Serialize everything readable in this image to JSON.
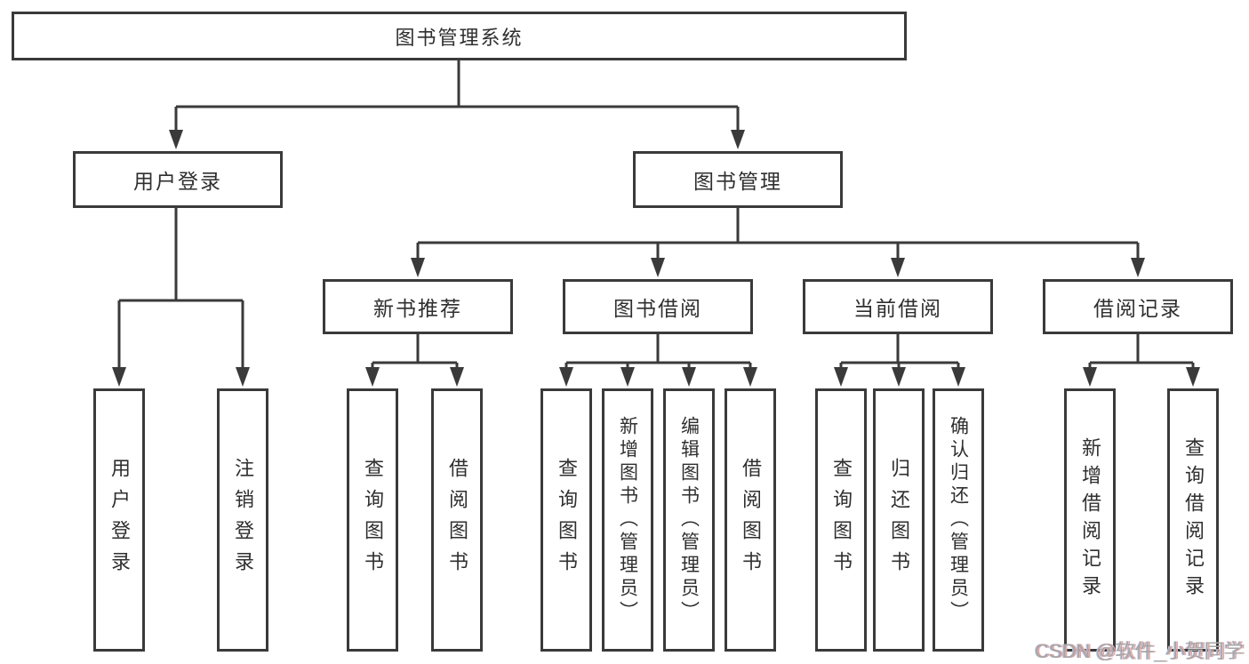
{
  "colors": {
    "line": "#3a3a3a",
    "box_border": "#3a3a3a",
    "text": "#2f2f2f",
    "watermark": "#a6a6a6"
  },
  "tree": {
    "root": {
      "label": "图书管理系统"
    },
    "branches": [
      {
        "label": "用户登录",
        "children": [
          {
            "label": "用户登录"
          },
          {
            "label": "注销登录"
          }
        ]
      },
      {
        "label": "图书管理",
        "children": [
          {
            "label": "新书推荐",
            "children": [
              {
                "label": "查询图书"
              },
              {
                "label": "借阅图书"
              }
            ]
          },
          {
            "label": "图书借阅",
            "children": [
              {
                "label": "查询图书"
              },
              {
                "label": "新增图书（管理员）"
              },
              {
                "label": "编辑图书（管理员）"
              },
              {
                "label": "借阅图书"
              }
            ]
          },
          {
            "label": "当前借阅",
            "children": [
              {
                "label": "查询图书"
              },
              {
                "label": "归还图书"
              },
              {
                "label": "确认归还（管理员）"
              }
            ]
          },
          {
            "label": "借阅记录",
            "children": [
              {
                "label": "新增借阅记录"
              },
              {
                "label": "查询借阅记录"
              }
            ]
          }
        ]
      }
    ]
  },
  "watermark": {
    "text": "CSDN @软件_小贺同学"
  }
}
